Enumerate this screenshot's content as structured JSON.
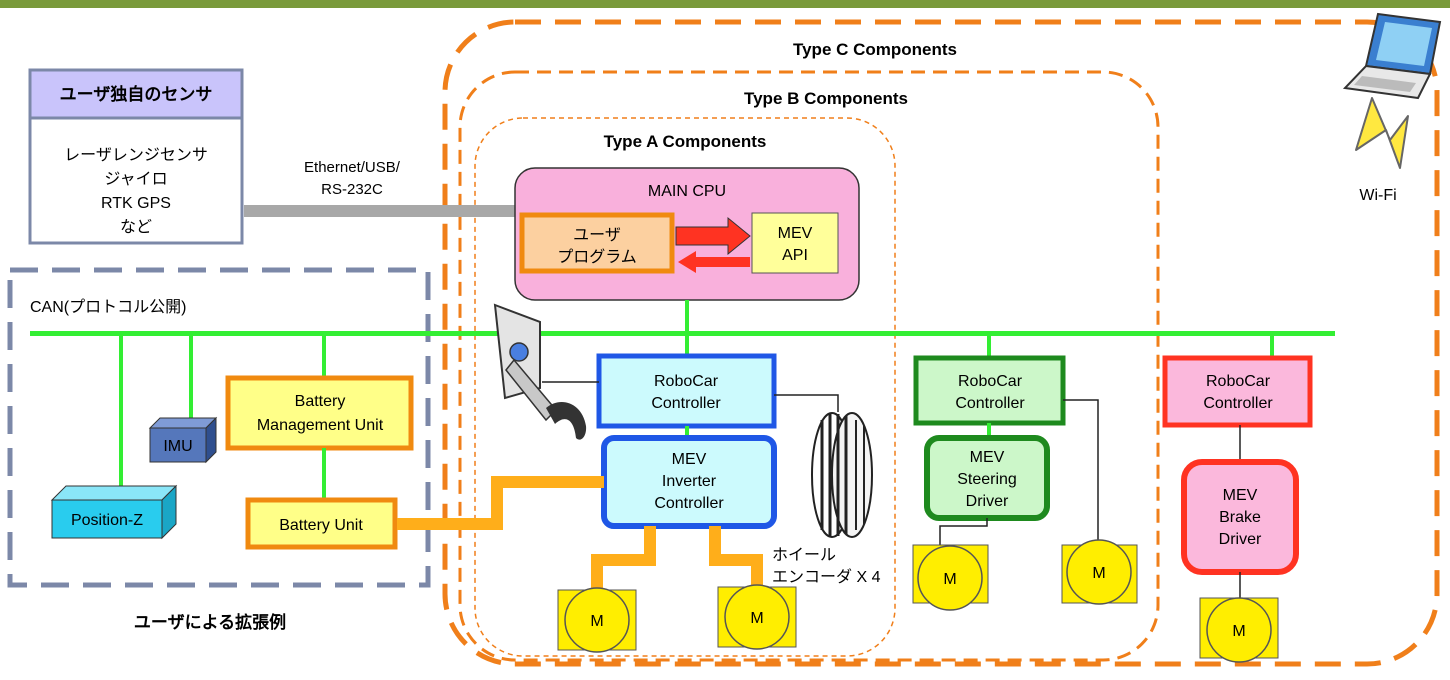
{
  "groups": {
    "type_c": "Type C Components",
    "type_b": "Type B Components",
    "type_a": "Type A Components",
    "user_extension": "ユーザによる拡張例"
  },
  "user_sensor": {
    "title": "ユーザ独自のセンサ",
    "lines": [
      "レーザレンジセンサ",
      "ジャイロ",
      "RTK GPS",
      "など"
    ]
  },
  "link_label": [
    "Ethernet/USB/",
    "RS-232C"
  ],
  "can_label": "CAN(プロトコル公開)",
  "main_cpu": {
    "title": "MAIN CPU",
    "user_program": [
      "ユーザ",
      "プログラム"
    ],
    "api": [
      "MEV",
      "API"
    ]
  },
  "controllers": {
    "robocar_a": [
      "RoboCar",
      "Controller"
    ],
    "robocar_b": [
      "RoboCar",
      "Controller"
    ],
    "robocar_c": [
      "RoboCar",
      "Controller"
    ],
    "inverter": [
      "MEV",
      "Inverter",
      "Controller"
    ],
    "steering": [
      "MEV",
      "Steering",
      "Driver"
    ],
    "brake": [
      "MEV",
      "Brake",
      "Driver"
    ]
  },
  "battery": {
    "management": [
      "Battery",
      "Management Unit"
    ],
    "unit": "Battery Unit"
  },
  "sensors": {
    "imu": "IMU",
    "position": "Position-Z"
  },
  "encoder_label": [
    "ホイール",
    "エンコーダ X 4"
  ],
  "motor_label": "M",
  "wifi_label": "Wi-Fi",
  "colors": {
    "header_bar": "#7a9a3b",
    "type_c_border": "#f07f1a",
    "can_bus": "#33ee33",
    "main_cpu_fill": "#f9b0dc",
    "blue_border": "#1f57e6",
    "green_border": "#1e8a1e",
    "red_border": "#ff3322",
    "orange_border": "#f08a10",
    "battery_fill": "#ffff88",
    "motor_fill": "#ffee00",
    "sensor_border": "#7c88a8",
    "imu_fill": "#5577bb",
    "position_fill": "#29ccee"
  }
}
